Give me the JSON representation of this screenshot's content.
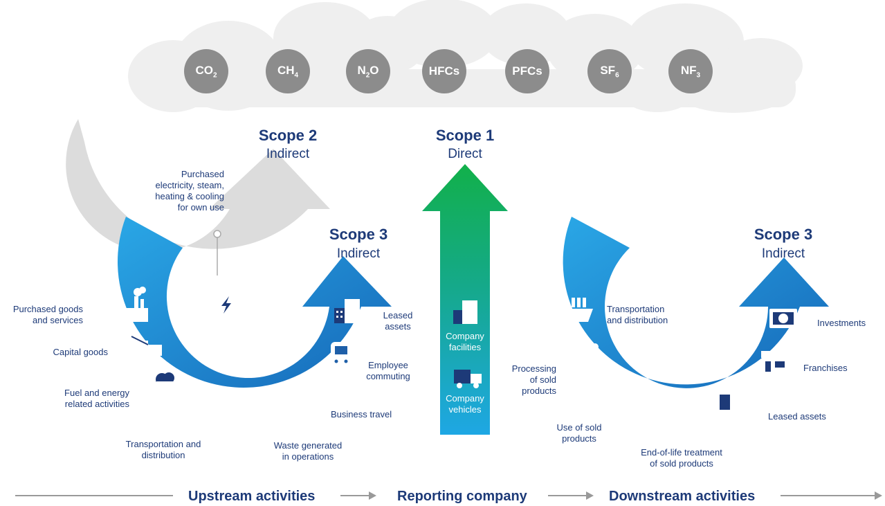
{
  "gases": [
    {
      "base": "CO",
      "sub": "2"
    },
    {
      "base": "CH",
      "sub": "4"
    },
    {
      "base": "N",
      "sub": "2",
      "tail": "O"
    },
    {
      "base": "HFCs",
      "sub": ""
    },
    {
      "base": "PFCs",
      "sub": ""
    },
    {
      "base": "SF",
      "sub": "6"
    },
    {
      "base": "NF",
      "sub": "3"
    }
  ],
  "scope2": {
    "title": "Scope 2",
    "subtitle": "Indirect",
    "description": "Purchased\nelectricity, steam,\nheating & cooling\nfor own use"
  },
  "scope1": {
    "title": "Scope 1",
    "subtitle": "Direct",
    "facilities": "Company\nfacilities",
    "vehicles": "Company\nvehicles"
  },
  "scope3_upstream": {
    "title": "Scope 3",
    "subtitle": "Indirect",
    "items": {
      "purchased_goods": "Purchased goods\nand services",
      "capital_goods": "Capital goods",
      "fuel_energy": "Fuel and energy\nrelated activities",
      "transportation": "Transportation  and\ndistribution",
      "waste": "Waste generated\nin operations",
      "business_travel": "Business travel",
      "employee_commuting": "Employee\ncommuting",
      "leased_assets": "Leased\nassets"
    }
  },
  "scope3_downstream": {
    "title": "Scope 3",
    "subtitle": "Indirect",
    "items": {
      "transportation": "Transportation\nand distribution",
      "processing": "Processing\nof sold\nproducts",
      "use": "Use of sold\nproducts",
      "end_of_life": "End-of-life treatment\nof sold products",
      "leased_assets": "Leased assets",
      "franchises": "Franchises",
      "investments": "Investments"
    }
  },
  "footer": {
    "upstream": "Upstream activities",
    "reporting": "Reporting company",
    "downstream": "Downstream activities"
  },
  "colors": {
    "dark_blue": "#1d3a78",
    "blue": "#1e93d8",
    "green": "#1db14b",
    "grey_arc": "#dcdcdc",
    "cloud": "#efefef",
    "gas": "#8c8c8c"
  }
}
